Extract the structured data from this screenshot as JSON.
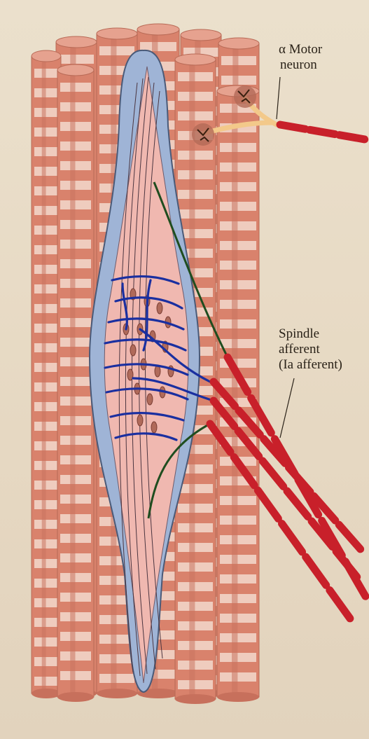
{
  "labels": {
    "motor_neuron": [
      "α Motor",
      "neuron"
    ],
    "spindle_afferent": [
      "Spindle",
      "afferent",
      "(Ia afferent)"
    ]
  },
  "colors": {
    "background": "#e8dcc8",
    "muscle_fiber": "#d9826c",
    "muscle_band_light": "#f2d9cc",
    "capsule": "#9fb4d6",
    "intrafusal": "#f0b8b0",
    "nerve_fiber": "#c8202a",
    "sensory_ending": "#1a2fa0",
    "gamma_axon": "#1f4d1f",
    "motor_axon_light": "#f3c98a"
  },
  "icons": [
    "muscle-fiber-bundle",
    "muscle-spindle",
    "nerve-fiber"
  ]
}
